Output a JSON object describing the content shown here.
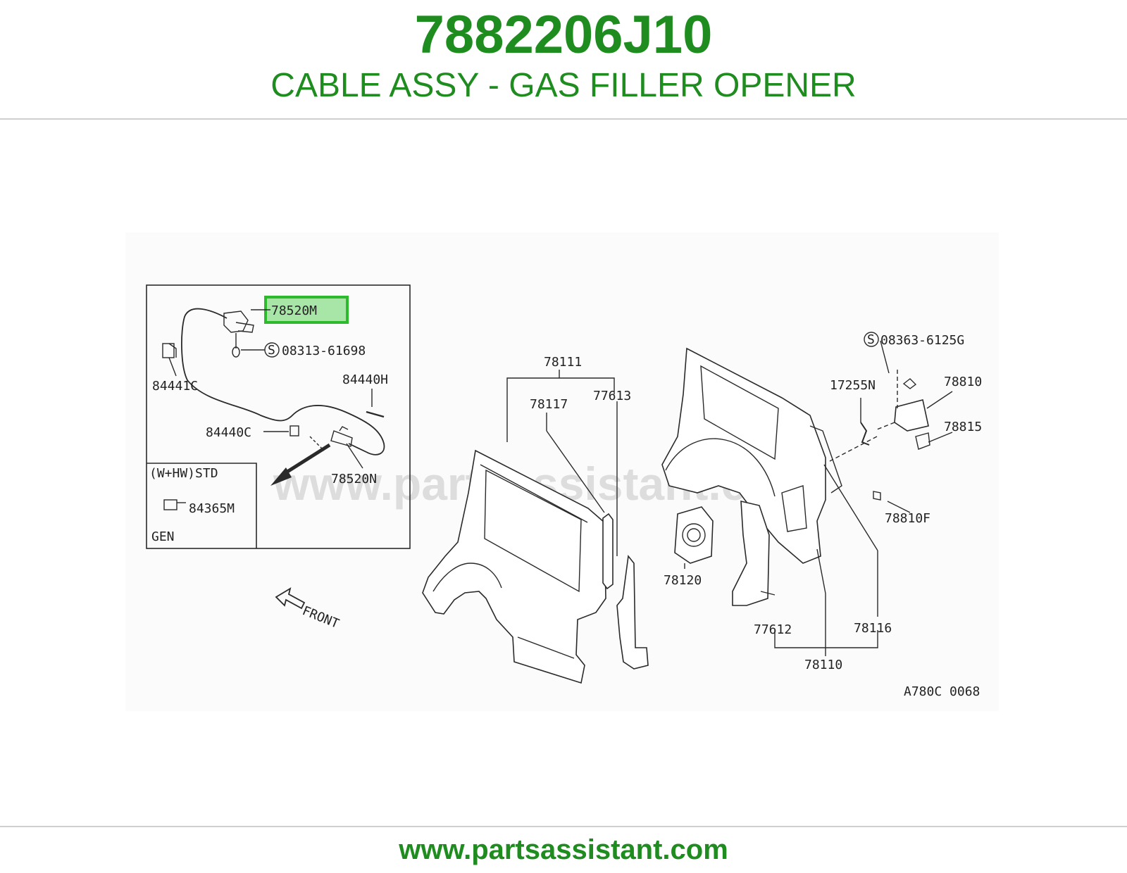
{
  "header": {
    "part_number": "7882206J10",
    "part_name": "CABLE ASSY - GAS FILLER OPENER"
  },
  "footer": {
    "url": "www.partsassistant.com"
  },
  "colors": {
    "brand_green": "#1f8c1f",
    "highlight_fill": "#a8e6a8",
    "highlight_border": "#2dbb2d"
  },
  "diagram": {
    "watermark": "www.partsassistant.com",
    "figure_code": "A780C 0068",
    "inset": {
      "highlighted_part": "78520M",
      "screw_part": "08313-61698",
      "s_symbol": "S",
      "variant_label": "(W+HW)STD",
      "gen_label": "GEN",
      "parts": [
        "84441C",
        "84440H",
        "84440C",
        "78520N",
        "84365M"
      ]
    },
    "front_label": "FRONT",
    "labels": {
      "p78111": "78111",
      "p78117": "78117",
      "p77613": "77613",
      "p78120": "78120",
      "p77612": "77612",
      "p78116": "78116",
      "p78110": "78110",
      "p17255N": "17255N",
      "p08363": "08363-6125G",
      "p78810": "78810",
      "p78815": "78815",
      "p78810F": "78810F"
    }
  }
}
